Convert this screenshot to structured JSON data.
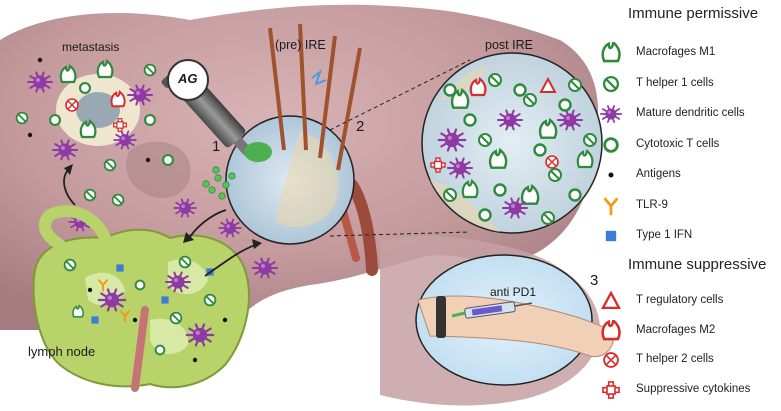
{
  "labels": {
    "metastasis": "metastasis",
    "pre_ire": "(pre) IRE",
    "post_ire": "post IRE",
    "lymph_node": "lymph node",
    "anti_pd1": "anti PD1",
    "step1": "1",
    "step2": "2",
    "step3": "3",
    "probe_brand": "AG"
  },
  "legend": {
    "permissive_title": "Immune permissive",
    "suppressive_title": "Immune suppressive",
    "permissive_items": [
      {
        "label": "Macrofages M1",
        "icon": "macrophage-m1-icon",
        "color": "#2e8b3e"
      },
      {
        "label": "T helper 1 cells",
        "icon": "t-helper-1-icon",
        "color": "#2e8b3e"
      },
      {
        "label": "Mature dendritic cells",
        "icon": "dendritic-cell-icon",
        "color": "#8e3aa3"
      },
      {
        "label": "Cytotoxic T cells",
        "icon": "cytotoxic-t-cell-icon",
        "color": "#2e8b3e"
      },
      {
        "label": "Antigens",
        "icon": "antigen-icon",
        "color": "#111111"
      },
      {
        "label": "TLR-9",
        "icon": "tlr9-icon",
        "color": "#f39c12"
      },
      {
        "label": "Type 1 IFN",
        "icon": "type1-ifn-icon",
        "color": "#3a7fd5"
      }
    ],
    "suppressive_items": [
      {
        "label": "T regulatory cells",
        "icon": "t-regulatory-icon",
        "color": "#d62c2c"
      },
      {
        "label": "Macrofages M2",
        "icon": "macrophage-m2-icon",
        "color": "#d62c2c"
      },
      {
        "label": "T helper 2 cells",
        "icon": "t-helper-2-icon",
        "color": "#d62c2c"
      },
      {
        "label": "Suppressive cytokines",
        "icon": "suppressive-cytokine-icon",
        "color": "#d62c2c"
      }
    ]
  },
  "colors": {
    "liver": "#c49a9d",
    "liver_dark": "#a87f83",
    "lymph": "#b7d36a",
    "inset_bg": "#cfe7f5",
    "permissive_green": "#2e8b3e",
    "suppressive_red": "#d62c2c",
    "dendritic_purple": "#8e3aa3",
    "electrode": "#a0522d"
  }
}
